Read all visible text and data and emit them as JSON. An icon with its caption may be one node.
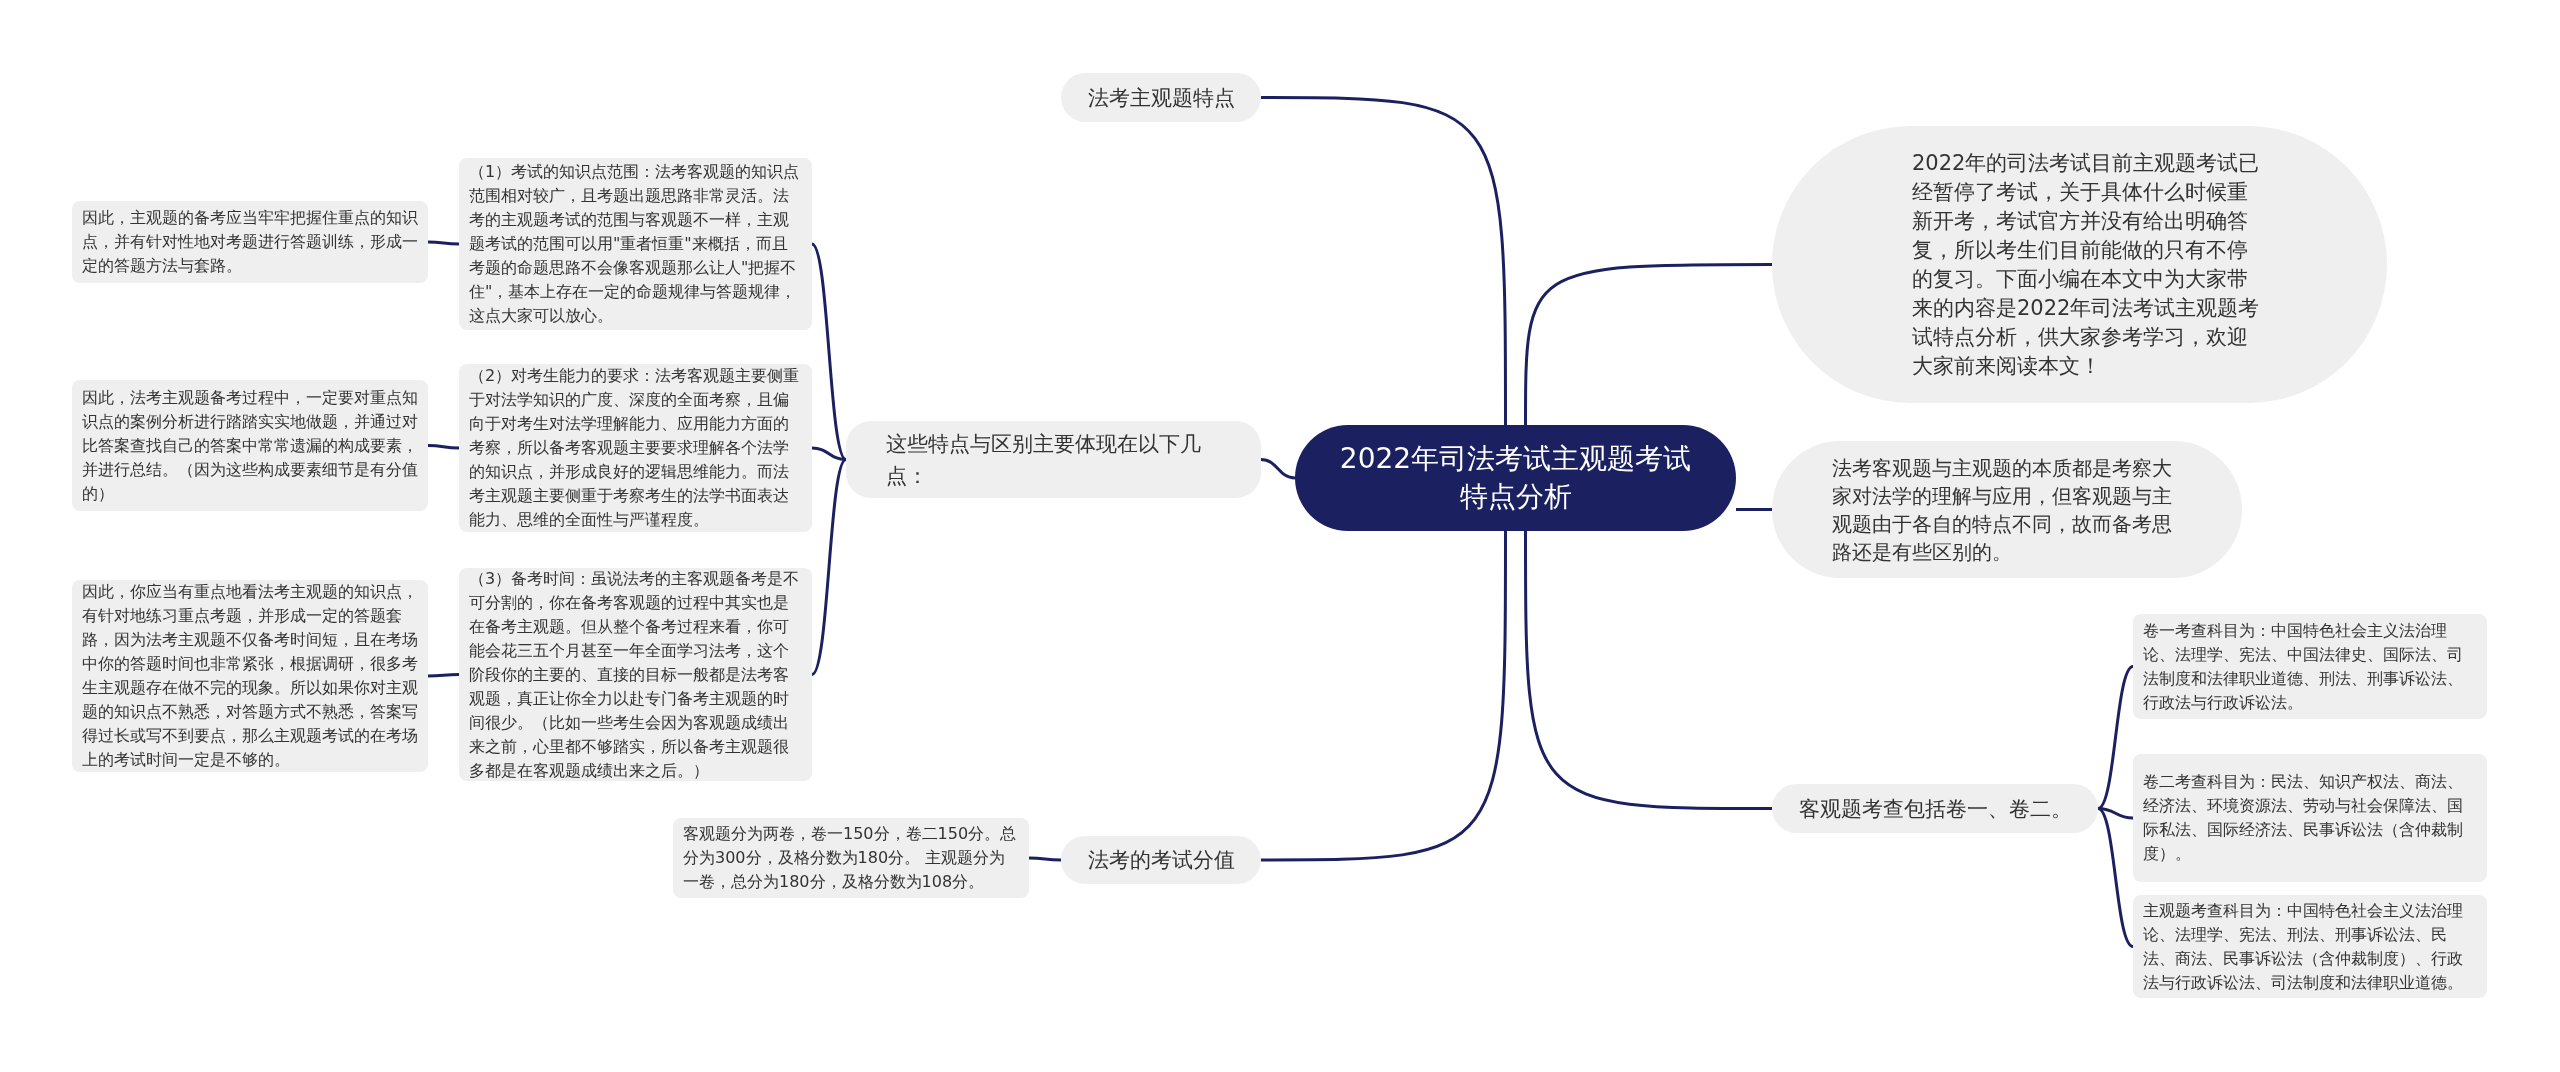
{
  "diagram": {
    "nodes": [
      {
        "text": [
          "2022年司法考试主观题考试特点分析"
        ]
      },
      {
        "text": [
          "法考主观题特点"
        ]
      },
      {
        "text": [
          "这些特点与区别主要体现在以下几点："
        ]
      },
      {
        "text": [
          "（1）考试的知识点范围：法考客观题的知识点范围相对较广，且考题出题思路非常灵活。法考的主观题考试的范围与客观题不一样，主观题考试的范围可以用\"重者恒重\"来概括，而且考题的命题思路不会像客观题那么让人\"把握不住\"，基本上存在一定的命题规律与答题规律，这点大家可以放心。"
        ]
      },
      {
        "text": [
          "因此，主观题的备考应当牢牢把握住重点的知识点，并有针对性地对考题进行答题训练，形成一定的答题方法与套路。"
        ]
      },
      {
        "text": [
          "（2）对考生能力的要求：法考客观题主要侧重于对法学知识的广度、深度的全面考察，且偏向于对考生对法学理解能力、应用能力方面的考察，所以备考客观题主要要求理解各个法学的知识点，并形成良好的逻辑思维能力。而法考主观题主要侧重于考察考生的法学书面表达能力、思维的全面性与严谨程度。"
        ]
      },
      {
        "text": [
          "因此，法考主观题备考过程中，一定要对重点知识点的案例分析进行踏踏实实地做题，并通过对比答案查找自己的答案中常常遗漏的构成要素，并进行总结。（因为这些构成要素细节是有分值的）"
        ]
      },
      {
        "text": [
          "（3）备考时间：虽说法考的主客观题备考是不可分割的，你在备考客观题的过程中其实也是在备考主观题。但从整个备考过程来看，你可能会花三五个月甚至一年全面学习法考，这个阶段你的主要的、直接的目标一般都是法考客观题，真正让你全力以赴专门备考主观题的时间很少。（比如一些考生会因为客观题成绩出来之前，心里都不够踏实，所以备考主观题很多都是在客观题成绩出来之后。）"
        ]
      },
      {
        "text": [
          "因此，你应当有重点地看法考主观题的知识点，有针对地练习重点考题，并形成一定的答题套路，因为法考主观题不仅备考时间短，且在考场中你的答题时间也非常紧张，根据调研，很多考生主观题存在做不完的现象。所以如果你对主观题的知识点不熟悉，对答题方式不熟悉，答案写得过长或写不到要点，那么主观题考试的在考场上的考试时间一定是不够的。"
        ]
      },
      {
        "text": [
          "法考的考试分值"
        ]
      },
      {
        "text": [
          "客观题分为两卷，卷一150分，卷二150分。总分为300分，及格分数为180分。 主观题分为一卷，总分为180分，及格分数为108分。"
        ]
      },
      {
        "text": [
          "2022年的司法考试目前主观题考试已经暂停了考试，关于具体什么时候重新开考，考试官方并没有给出明确答复，所以考生们目前能做的只有不停的复习。下面小编在本文中为大家带来的内容是2022年司法考试主观题考试特点分析，供大家参考学习，欢迎大家前来阅读本文！"
        ]
      },
      {
        "text": [
          "法考客观题与主观题的本质都是考察大家对法学的理解与应用，但客观题与主观题由于各自的特点不同，故而备考思路还是有些区别的。"
        ]
      },
      {
        "text": [
          "客观题考查包括卷一、卷二。"
        ]
      },
      {
        "text": [
          "卷一考查科目为：中国特色社会主义法治理论、法理学、宪法、中国法律史、国际法、司法制度和法律职业道德、刑法、刑事诉讼法、行政法与行政诉讼法。"
        ]
      },
      {
        "text": [
          "卷二考查科目为：民法、知识产权法、商法、经济法、环境资源法、劳动与社会保障法、国际私法、国际经济法、民事诉讼法（含仲裁制度）。"
        ]
      },
      {
        "text": [
          "主观题考查科目为：中国特色社会主义法治理论、法理学、宪法、刑法、刑事诉讼法、民法、商法、民事诉讼法（含仲裁制度）、行政法与行政诉讼法、司法制度和法律职业道德。"
        ]
      }
    ],
    "edges": [
      {
        "from": 0,
        "to": 1,
        "arrow": "none"
      },
      {
        "from": 0,
        "to": 2,
        "arrow": "none"
      },
      {
        "from": 2,
        "to": 3,
        "arrow": "none"
      },
      {
        "from": 2,
        "to": 5,
        "arrow": "none"
      },
      {
        "from": 2,
        "to": 7,
        "arrow": "none"
      },
      {
        "from": 3,
        "to": 4,
        "arrow": "none"
      },
      {
        "from": 5,
        "to": 6,
        "arrow": "none"
      },
      {
        "from": 7,
        "to": 8,
        "arrow": "none"
      },
      {
        "from": 0,
        "to": 9,
        "arrow": "none"
      },
      {
        "from": 9,
        "to": 10,
        "arrow": "none"
      },
      {
        "from": 0,
        "to": 11,
        "arrow": "none"
      },
      {
        "from": 0,
        "to": 12,
        "arrow": "none"
      },
      {
        "from": 0,
        "to": 13,
        "arrow": "none"
      },
      {
        "from": 13,
        "to": 14,
        "arrow": "none"
      },
      {
        "from": 13,
        "to": 15,
        "arrow": "none"
      },
      {
        "from": 13,
        "to": 16,
        "arrow": "none"
      }
    ]
  }
}
